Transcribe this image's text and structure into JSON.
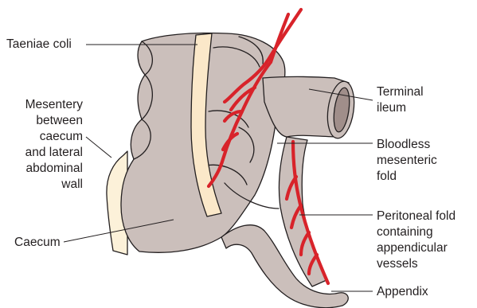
{
  "diagram": {
    "colors": {
      "tissue_fill": "#cbbfbb",
      "tissue_stroke": "#231f20",
      "taenia_fill": "#fbe8c9",
      "mesentery_fill": "#fcf1d9",
      "vessel": "#d8232a",
      "lumen": "#a08e8a"
    },
    "labels": {
      "taeniae_coli": [
        "Taeniae coli"
      ],
      "mesentery": [
        "Mesentery",
        "between",
        "caecum",
        "and lateral",
        "abdominal",
        "wall"
      ],
      "caecum": [
        "Caecum"
      ],
      "terminal_ileum": [
        "Terminal",
        "ileum"
      ],
      "bloodless_fold": [
        "Bloodless",
        "mesenteric",
        "fold"
      ],
      "peritoneal_fold": [
        "Peritoneal fold",
        "containing",
        "appendicular",
        "vessels"
      ],
      "appendix": [
        "Appendix"
      ]
    }
  }
}
